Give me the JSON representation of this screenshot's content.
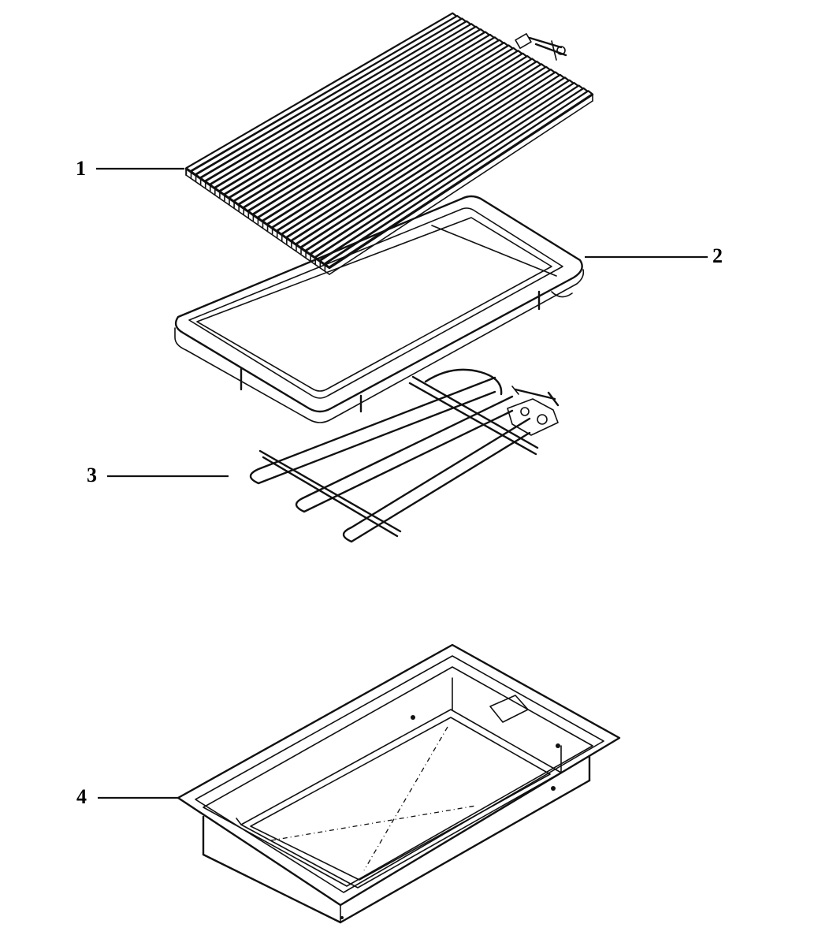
{
  "callouts": [
    {
      "id": "1",
      "part": "grill-plate"
    },
    {
      "id": "2",
      "part": "drip-frame"
    },
    {
      "id": "3",
      "part": "heating-element"
    },
    {
      "id": "4",
      "part": "drip-pan-tray"
    }
  ],
  "colors": {
    "ink": "#111111",
    "background": "#ffffff"
  }
}
